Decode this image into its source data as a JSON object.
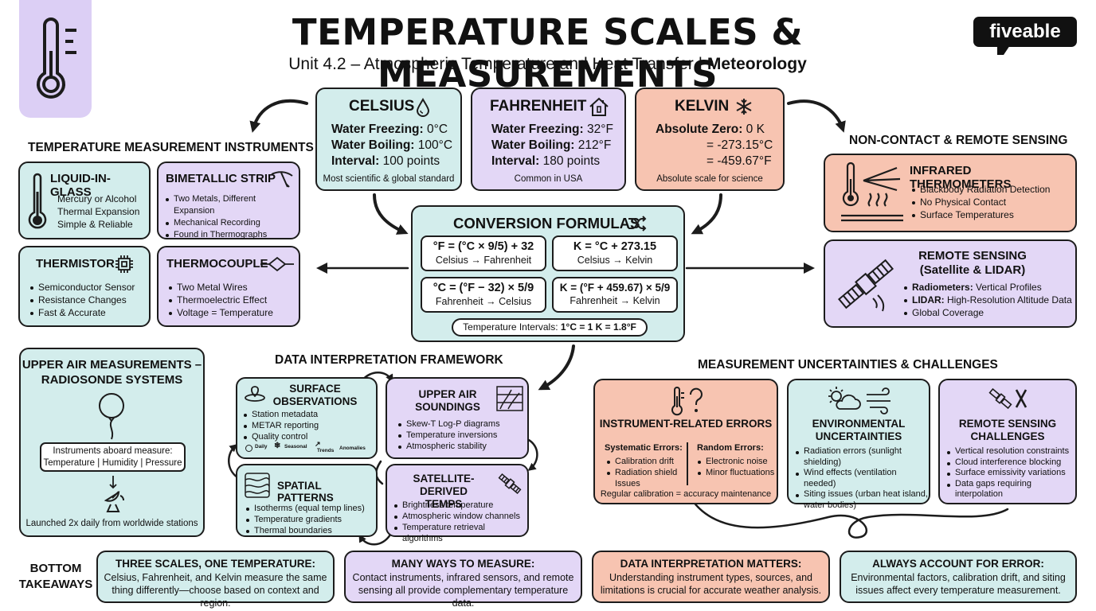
{
  "header": {
    "title": "TEMPERATURE SCALES & MEASUREMENTS",
    "subtitle_prefix": "Unit 4.2 – Atmospheric Temperature and Heat Transfer | ",
    "subtitle_bold": "Meteorology",
    "brand": "fiveable"
  },
  "scales": {
    "celsius": {
      "title": "CELSIUS",
      "l1k": "Water Freezing:",
      "l1v": " 0°C",
      "l2k": "Water Boiling:",
      "l2v": " 100°C",
      "l3k": "Interval:",
      "l3v": " 100 points",
      "note": "Most scientific & global standard"
    },
    "fahrenheit": {
      "title": "FAHRENHEIT",
      "l1k": "Water Freezing:",
      "l1v": " 32°F",
      "l2k": "Water Boiling:",
      "l2v": " 212°F",
      "l3k": "Interval:",
      "l3v": " 180 points",
      "note": "Common in USA"
    },
    "kelvin": {
      "title": "KELVIN",
      "l1k": "Absolute Zero:",
      "l1v": " 0 K",
      "l2": "= -273.15°C",
      "l3": "= -459.67°F",
      "note": "Absolute scale for science"
    }
  },
  "conversion": {
    "title": "CONVERSION FORMULAS",
    "formulas": [
      {
        "f": "°F = (°C × 9/5) + 32",
        "d": "Celsius → Fahrenheit"
      },
      {
        "f": "K = °C + 273.15",
        "d": "Celsius → Kelvin"
      },
      {
        "f": "°C = (°F − 32) × 5/9",
        "d": "Fahrenheit → Celsius"
      },
      {
        "f": "K = (°F + 459.67) × 5/9",
        "d": "Fahrenheit → Kelvin"
      }
    ],
    "intervals_prefix": "Temperature Intervals: ",
    "intervals_bold": "1°C = 1 K = 1.8°F"
  },
  "instruments": {
    "heading": "TEMPERATURE MEASUREMENT INSTRUMENTS",
    "liquid": {
      "title": "LIQUID-IN-GLASS",
      "lines": [
        "Mercury or Alcohol",
        "Thermal Expansion",
        "Simple & Reliable"
      ]
    },
    "bimetallic": {
      "title": "BIMETALLIC STRIP",
      "items": [
        "Two Metals, Different Expansion",
        "Mechanical Recording",
        "Found in Thermographs"
      ]
    },
    "thermistor": {
      "title": "THERMISTOR",
      "items": [
        "Semiconductor Sensor",
        "Resistance Changes",
        "Fast & Accurate"
      ]
    },
    "thermocouple": {
      "title": "THERMOCOUPLE",
      "items": [
        "Two Metal Wires",
        "Thermoelectric Effect",
        "Voltage = Temperature"
      ]
    }
  },
  "remote": {
    "heading": "NON-CONTACT & REMOTE SENSING",
    "infrared": {
      "title": "INFRARED THERMOMETERS",
      "items": [
        "Blackbody Radiation Detection",
        "No Physical Contact",
        "Surface Temperatures"
      ]
    },
    "sensing": {
      "title1": "REMOTE SENSING",
      "title2": "(Satellite & LIDAR)",
      "i1k": "Radiometers:",
      "i1v": " Vertical Profiles",
      "i2k": "LIDAR:",
      "i2v": " High-Resolution Altitude Data",
      "i3": "Global Coverage"
    }
  },
  "upper_air": {
    "title1": "UPPER AIR MEASUREMENTS –",
    "title2": "RADIOSONDE SYSTEMS",
    "box1": "Instruments aboard measure:",
    "box2": "Temperature | Humidity | Pressure",
    "footer": "Launched 2x daily from worldwide stations"
  },
  "framework": {
    "heading": "DATA INTERPRETATION FRAMEWORK",
    "surface": {
      "title1": "SURFACE",
      "title2": "OBSERVATIONS",
      "items": [
        "Station metadata",
        "METAR reporting",
        "Quality control"
      ],
      "mini": [
        "Daily",
        "Seasonal",
        "Trends",
        "Anomalies"
      ]
    },
    "upper": {
      "title1": "UPPER AIR",
      "title2": "SOUNDINGS",
      "items": [
        "Skew-T Log-P diagrams",
        "Temperature inversions",
        "Atmospheric stability"
      ]
    },
    "spatial": {
      "title": "SPATIAL PATTERNS",
      "items": [
        "Isotherms (equal temp lines)",
        "Temperature gradients",
        "Thermal boundaries"
      ]
    },
    "satellite": {
      "title1": "SATELLITE-DERIVED",
      "title2": "TEMPS",
      "items": [
        "Brightness temperature",
        "Atmospheric window channels",
        "Temperature retrieval algorithms"
      ]
    }
  },
  "uncertainties": {
    "heading": "MEASUREMENT UNCERTAINTIES & CHALLENGES",
    "instrument": {
      "title": "INSTRUMENT-RELATED ERRORS",
      "sys_title": "Systematic Errors:",
      "sys": [
        "Calibration drift",
        "Radiation shield Issues"
      ],
      "rand_title": "Random Errors:",
      "rand": [
        "Electronic noise",
        "Minor fluctuations"
      ],
      "footer": "Regular calibration = accuracy maintenance"
    },
    "environmental": {
      "title1": "ENVIRONMENTAL",
      "title2": "UNCERTAINTIES",
      "items": [
        "Radiation errors (sunlight shielding)",
        "Wind effects (ventilation needed)",
        "Siting issues (urban heat island, water bodies)"
      ]
    },
    "remote": {
      "title1": "REMOTE SENSING",
      "title2": "CHALLENGES",
      "items": [
        "Vertical resolution constraints",
        "Cloud interference blocking",
        "Surface emissivity variations",
        "Data gaps requiring interpolation"
      ]
    }
  },
  "takeaways": {
    "label1": "BOTTOM",
    "label2": "TAKEAWAYS",
    "cards": [
      {
        "title": "THREE SCALES, ONE TEMPERATURE:",
        "body": "Celsius, Fahrenheit, and Kelvin measure the same thing differently—choose based on context and region."
      },
      {
        "title": "MANY WAYS TO MEASURE:",
        "body": "Contact instruments, infrared sensors, and remote sensing all provide complementary temperature data."
      },
      {
        "title": "DATA INTERPRETATION MATTERS:",
        "body": "Understanding instrument types, sources, and limitations is crucial for accurate weather analysis."
      },
      {
        "title": "ALWAYS ACCOUNT FOR ERROR:",
        "body": "Environmental factors, calibration drift, and siting issues affect every temperature measurement."
      }
    ]
  },
  "colors": {
    "teal": "#d3edec",
    "lavender": "#e3d7f6",
    "salmon": "#f7c4b1",
    "ink": "#1c1c1c"
  }
}
